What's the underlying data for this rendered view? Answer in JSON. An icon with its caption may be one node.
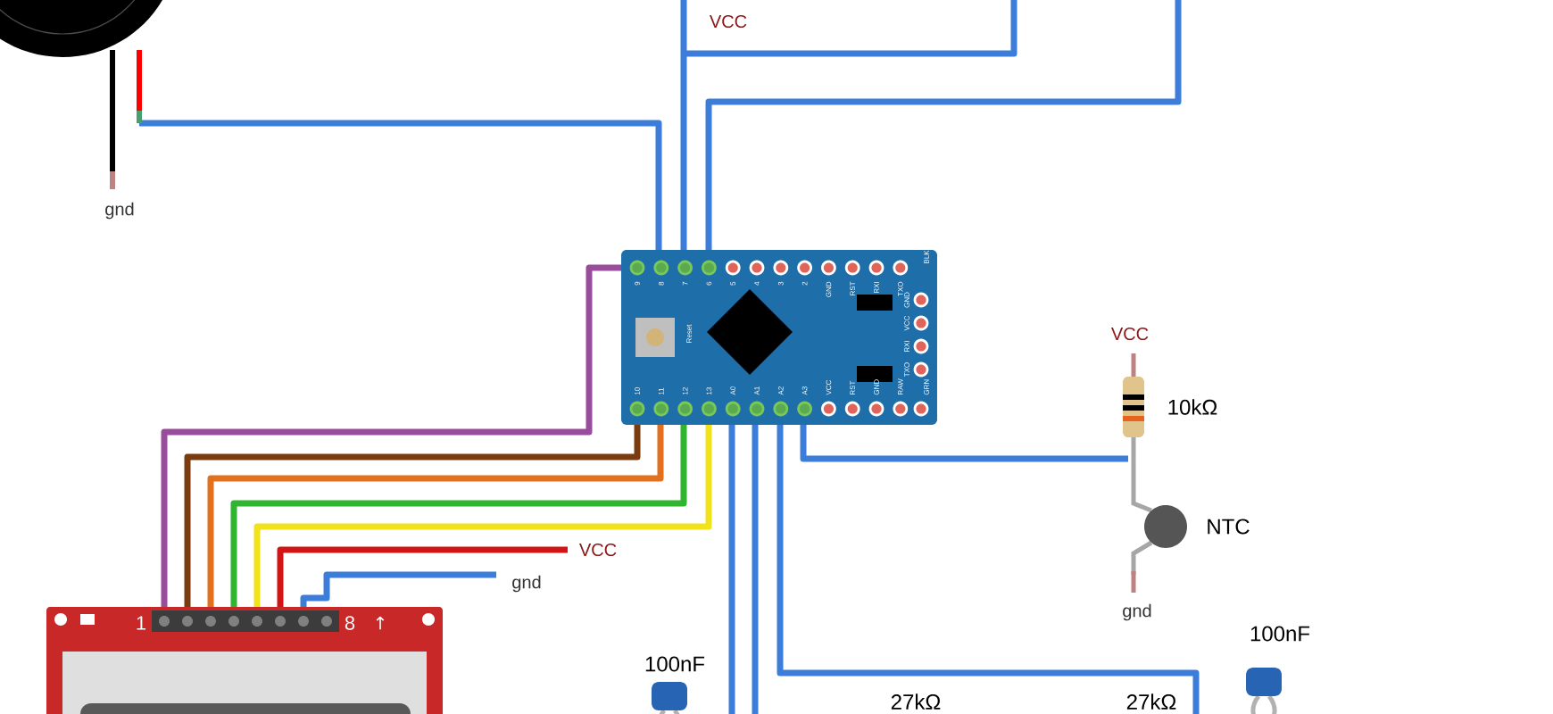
{
  "diagram": {
    "nodes": [
      {
        "text": [],
        "shape": "picture"
      },
      {
        "text": [],
        "shape": "picture"
      },
      {
        "text": [],
        "shape": "picture"
      },
      {
        "text": [],
        "shape": "picture",
        "beside": [
          "10kΩ"
        ]
      },
      {
        "text": [],
        "shape": "picture",
        "beside": [
          "NTC"
        ]
      },
      {
        "text": [],
        "shape": "picture",
        "beside": [
          "100nF"
        ]
      },
      {
        "text": [],
        "shape": "picture",
        "beside": [
          "100nF"
        ]
      },
      {
        "text": [
          "VCC"
        ]
      },
      {
        "text": [
          "gnd"
        ]
      }
    ],
    "edges": [
      {
        "from": 0,
        "to": 1,
        "arrow": "none"
      },
      {
        "from": 1,
        "to": null,
        "arrow": "none"
      },
      {
        "from": 1,
        "to": null,
        "arrow": "none"
      },
      {
        "from": 1,
        "to": 2,
        "arrow": "none",
        "color": "#9a4c9c"
      },
      {
        "from": 1,
        "to": 2,
        "arrow": "none",
        "color": "#7a3b0e"
      },
      {
        "from": 1,
        "to": 2,
        "arrow": "none",
        "color": "#e3701e"
      },
      {
        "from": 1,
        "to": 2,
        "arrow": "none",
        "color": "#2fb52f"
      },
      {
        "from": 1,
        "to": 2,
        "arrow": "none",
        "color": "#f2e21a"
      },
      {
        "from": 2,
        "to": 7,
        "arrow": "none",
        "color": "#d21414"
      },
      {
        "from": 2,
        "to": 8,
        "arrow": "none"
      },
      {
        "from": 1,
        "to": null,
        "arrow": "none"
      },
      {
        "from": 1,
        "to": null,
        "arrow": "none"
      },
      {
        "from": 1,
        "to": null,
        "arrow": "none"
      },
      {
        "from": 1,
        "to": 3,
        "arrow": "none"
      }
    ],
    "labels": [
      "VCC",
      "gnd",
      "9",
      "8",
      "7",
      "6",
      "5",
      "4",
      "3",
      "2",
      "GND",
      "RST",
      "RXI",
      "TXO",
      "BLK",
      "GND",
      "VCC",
      "RXI",
      "TXO",
      "Reset",
      "10",
      "11",
      "12",
      "13",
      "A0",
      "A1",
      "A2",
      "A3",
      "VCC",
      "RST",
      "GND",
      "RAW",
      "GRN",
      "VCC",
      "gnd",
      "1",
      "8",
      "↑",
      "27kΩ",
      "27kΩ"
    ]
  }
}
